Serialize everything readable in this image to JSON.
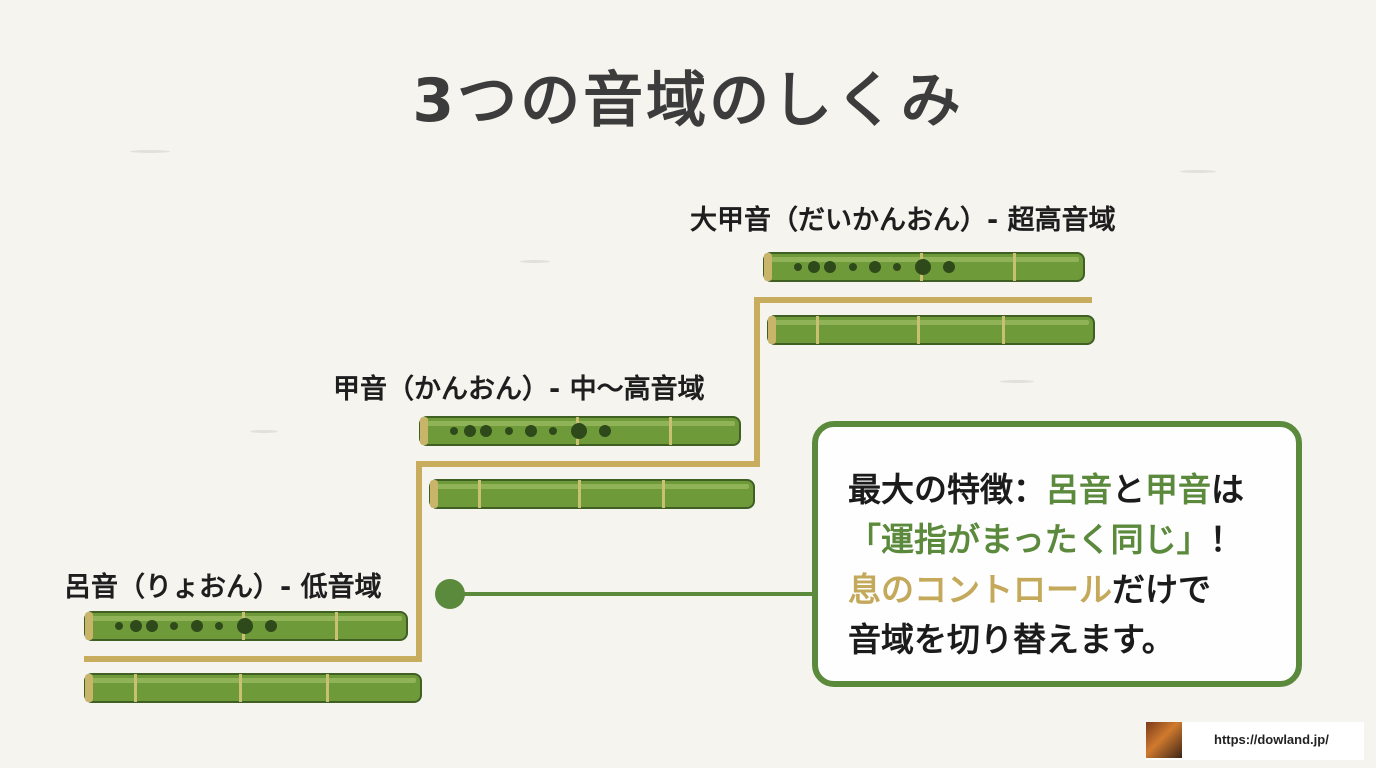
{
  "title": "3つの音域のしくみ",
  "levels": [
    {
      "label": "呂音（りょおん）- 低音域"
    },
    {
      "label": "甲音（かんおん）- 中〜高音域"
    },
    {
      "label": "大甲音（だいかんおん）- 超高音域"
    }
  ],
  "callout": {
    "line1": {
      "a": "最大の特徴：",
      "b": "呂音",
      "c": "と",
      "d": "甲音",
      "e": "は"
    },
    "line2": {
      "a": "「運指がまったく同じ」",
      "b": "！"
    },
    "line3": {
      "a": "息のコントロール",
      "b": "だけで"
    },
    "line4": {
      "a": "音域を切り替えます。"
    }
  },
  "footer": {
    "url": "https://dowland.jp/"
  },
  "colors": {
    "accent_green": "#5b8a3c",
    "accent_gold": "#c4a95b",
    "bamboo": "#6f9a3a",
    "background": "#f5f4ef"
  }
}
